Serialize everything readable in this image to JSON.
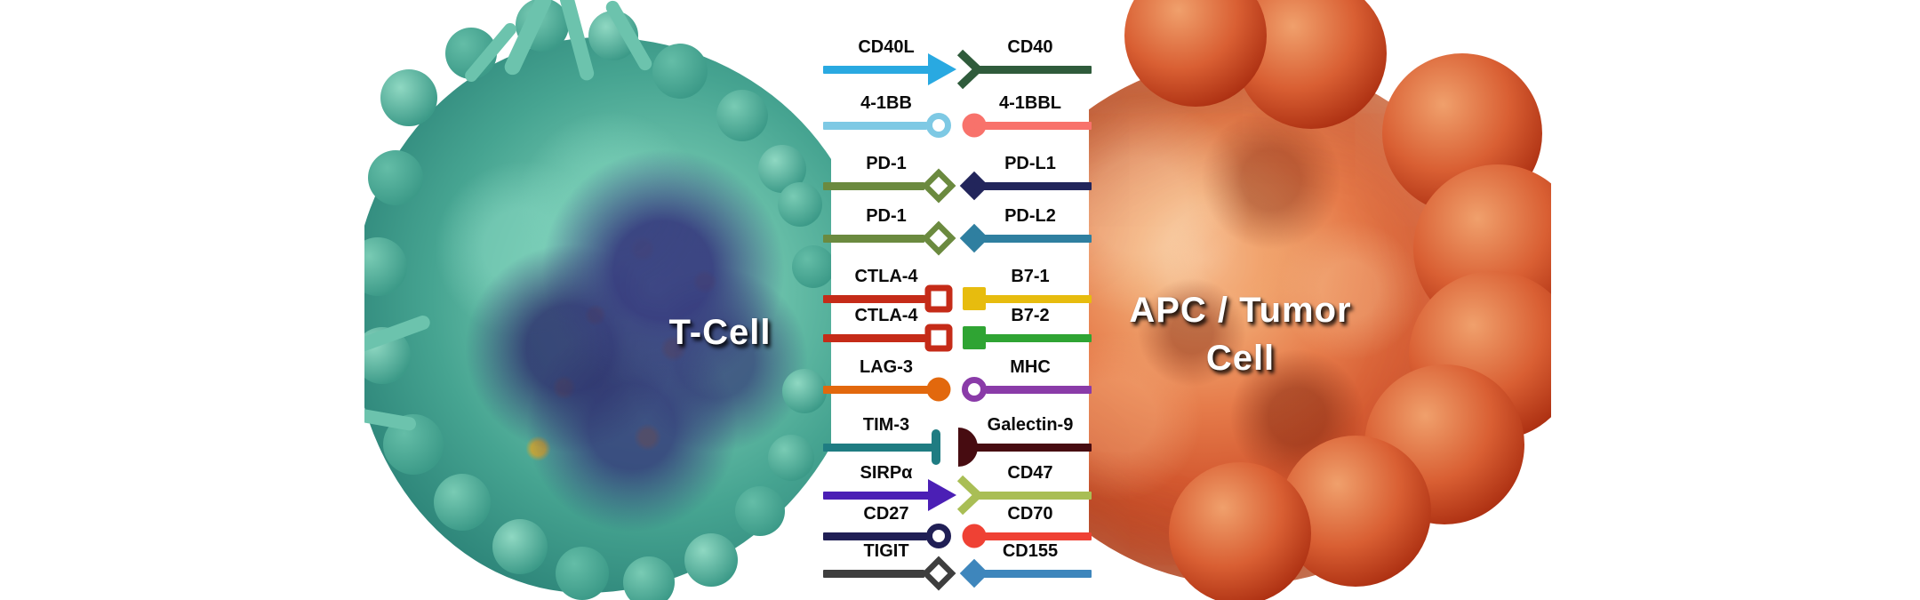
{
  "left_cell": {
    "label": "T-Cell"
  },
  "right_cell": {
    "label_line1": "APC / Tumor",
    "label_line2": "Cell"
  },
  "interactions": [
    {
      "receptor": {
        "label": "CD40L",
        "color": "#29A9E1",
        "symbol": "arrow-right"
      },
      "ligand": {
        "label": "CD40",
        "color": "#2F5B3B",
        "symbol": "chevron-open"
      }
    },
    {
      "receptor": {
        "label": "4-1BB",
        "color": "#7EC9E4",
        "symbol": "ring"
      },
      "ligand": {
        "label": "4-1BBL",
        "color": "#F8726B",
        "symbol": "circle"
      }
    },
    {
      "receptor": {
        "label": "PD-1",
        "color": "#6B8A3F",
        "symbol": "diamond-open"
      },
      "ligand": {
        "label": "PD-L1",
        "color": "#22255B",
        "symbol": "diamond"
      }
    },
    {
      "receptor": {
        "label": "PD-1",
        "color": "#6B8A3F",
        "symbol": "diamond-open"
      },
      "ligand": {
        "label": "PD-L2",
        "color": "#2F7FA0",
        "symbol": "diamond"
      }
    },
    {
      "receptor": {
        "label": "CTLA-4",
        "color": "#C52B18",
        "symbol": "square-open"
      },
      "ligand": {
        "label": "B7-1",
        "color": "#E7BC0E",
        "symbol": "square"
      }
    },
    {
      "receptor": {
        "label": "CTLA-4",
        "color": "#C52B18",
        "symbol": "square-open"
      },
      "ligand": {
        "label": "B7-2",
        "color": "#2FA433",
        "symbol": "square"
      }
    },
    {
      "receptor": {
        "label": "LAG-3",
        "color": "#E2680D",
        "symbol": "circle"
      },
      "ligand": {
        "label": "MHC",
        "color": "#8A3BA8",
        "symbol": "ring"
      }
    },
    {
      "receptor": {
        "label": "TIM-3",
        "color": "#1F7C82",
        "symbol": "t-bar"
      },
      "ligand": {
        "label": "Galectin-9",
        "color": "#470C11",
        "symbol": "half-disc"
      }
    },
    {
      "receptor": {
        "label": "SIRPα",
        "color": "#4B1FB5",
        "symbol": "arrow-right"
      },
      "ligand": {
        "label": "CD47",
        "color": "#A9BE55",
        "symbol": "chevron-open"
      }
    },
    {
      "receptor": {
        "label": "CD27",
        "color": "#201F55",
        "symbol": "ring"
      },
      "ligand": {
        "label": "CD70",
        "color": "#EF4134",
        "symbol": "circle"
      }
    },
    {
      "receptor": {
        "label": "TIGIT",
        "color": "#3E3E3E",
        "symbol": "diamond-open"
      },
      "ligand": {
        "label": "CD155",
        "color": "#3E86BC",
        "symbol": "diamond"
      }
    }
  ]
}
